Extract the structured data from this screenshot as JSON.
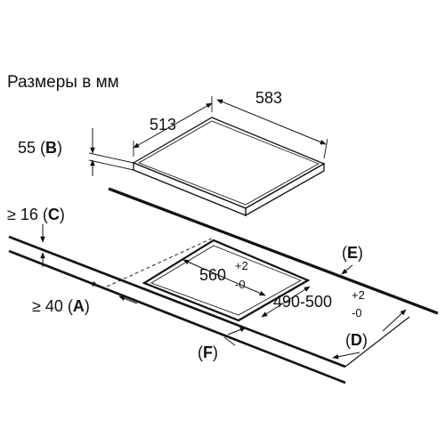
{
  "title": "Размеры в мм",
  "hob": {
    "width": "513",
    "depth": "583",
    "height_value": "55",
    "height_ref": "B"
  },
  "worktop": {
    "thickness_value": "≥ 16",
    "thickness_ref": "C",
    "front_gap_value": "≥ 40",
    "front_gap_ref": "A"
  },
  "cutout": {
    "width_value": "560",
    "width_tol_upper": "+2",
    "width_tol_lower": "-0",
    "depth_value": "490-500",
    "depth_tol_upper": "+2",
    "depth_tol_lower": "-0"
  },
  "refs": {
    "e": "E",
    "d": "D",
    "f": "F"
  }
}
